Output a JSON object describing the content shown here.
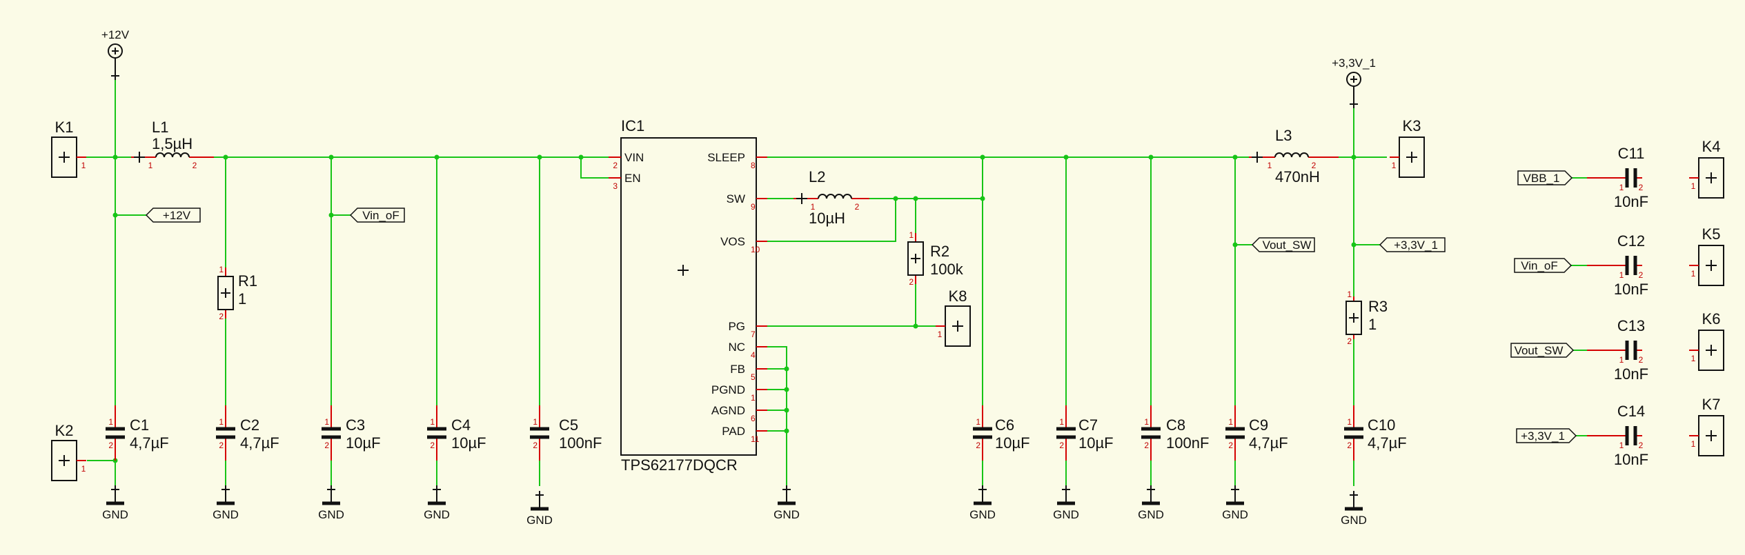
{
  "power_ports": {
    "p12v": "+12V",
    "p33v": "+3,3V_1",
    "gnd": "GND"
  },
  "ic1": {
    "ref": "IC1",
    "part": "TPS62177DQCR",
    "pins": {
      "vin": {
        "name": "VIN",
        "num": "2"
      },
      "en": {
        "name": "EN",
        "num": "3"
      },
      "sleep": {
        "name": "SLEEP",
        "num": "8"
      },
      "sw": {
        "name": "SW",
        "num": "9"
      },
      "vos": {
        "name": "VOS",
        "num": "10"
      },
      "pg": {
        "name": "PG",
        "num": "7"
      },
      "nc": {
        "name": "NC",
        "num": "4"
      },
      "fb": {
        "name": "FB",
        "num": "5"
      },
      "pgnd": {
        "name": "PGND",
        "num": "1"
      },
      "agnd": {
        "name": "AGND",
        "num": "6"
      },
      "pad": {
        "name": "PAD",
        "num": "11"
      }
    }
  },
  "inductors": {
    "l1": {
      "ref": "L1",
      "value": "1,5µH"
    },
    "l2": {
      "ref": "L2",
      "value": "10µH"
    },
    "l3": {
      "ref": "L3",
      "value": "470nH"
    }
  },
  "resistors": {
    "r1": {
      "ref": "R1",
      "value": "1"
    },
    "r2": {
      "ref": "R2",
      "value": "100k"
    },
    "r3": {
      "ref": "R3",
      "value": "1"
    }
  },
  "capacitors": {
    "c1": {
      "ref": "C1",
      "value": "4,7µF"
    },
    "c2": {
      "ref": "C2",
      "value": "4,7µF"
    },
    "c3": {
      "ref": "C3",
      "value": "10µF"
    },
    "c4": {
      "ref": "C4",
      "value": "10µF"
    },
    "c5": {
      "ref": "C5",
      "value": "100nF"
    },
    "c6": {
      "ref": "C6",
      "value": "10µF"
    },
    "c7": {
      "ref": "C7",
      "value": "10µF"
    },
    "c8": {
      "ref": "C8",
      "value": "100nF"
    },
    "c9": {
      "ref": "C9",
      "value": "4,7µF"
    },
    "c10": {
      "ref": "C10",
      "value": "4,7µF"
    },
    "c11": {
      "ref": "C11",
      "value": "10nF"
    },
    "c12": {
      "ref": "C12",
      "value": "10nF"
    },
    "c13": {
      "ref": "C13",
      "value": "10nF"
    },
    "c14": {
      "ref": "C14",
      "value": "10nF"
    }
  },
  "connectors": {
    "k1": "K1",
    "k2": "K2",
    "k3": "K3",
    "k4": "K4",
    "k5": "K5",
    "k6": "K6",
    "k7": "K7",
    "k8": "K8"
  },
  "net_labels": {
    "p12v": "+12V",
    "vin_of": "Vin_oF",
    "vout_sw": "Vout_SW",
    "p33v": "+3,3V_1",
    "vbb": "VBB_1"
  },
  "pin_numbers": {
    "one": "1",
    "two": "2"
  }
}
